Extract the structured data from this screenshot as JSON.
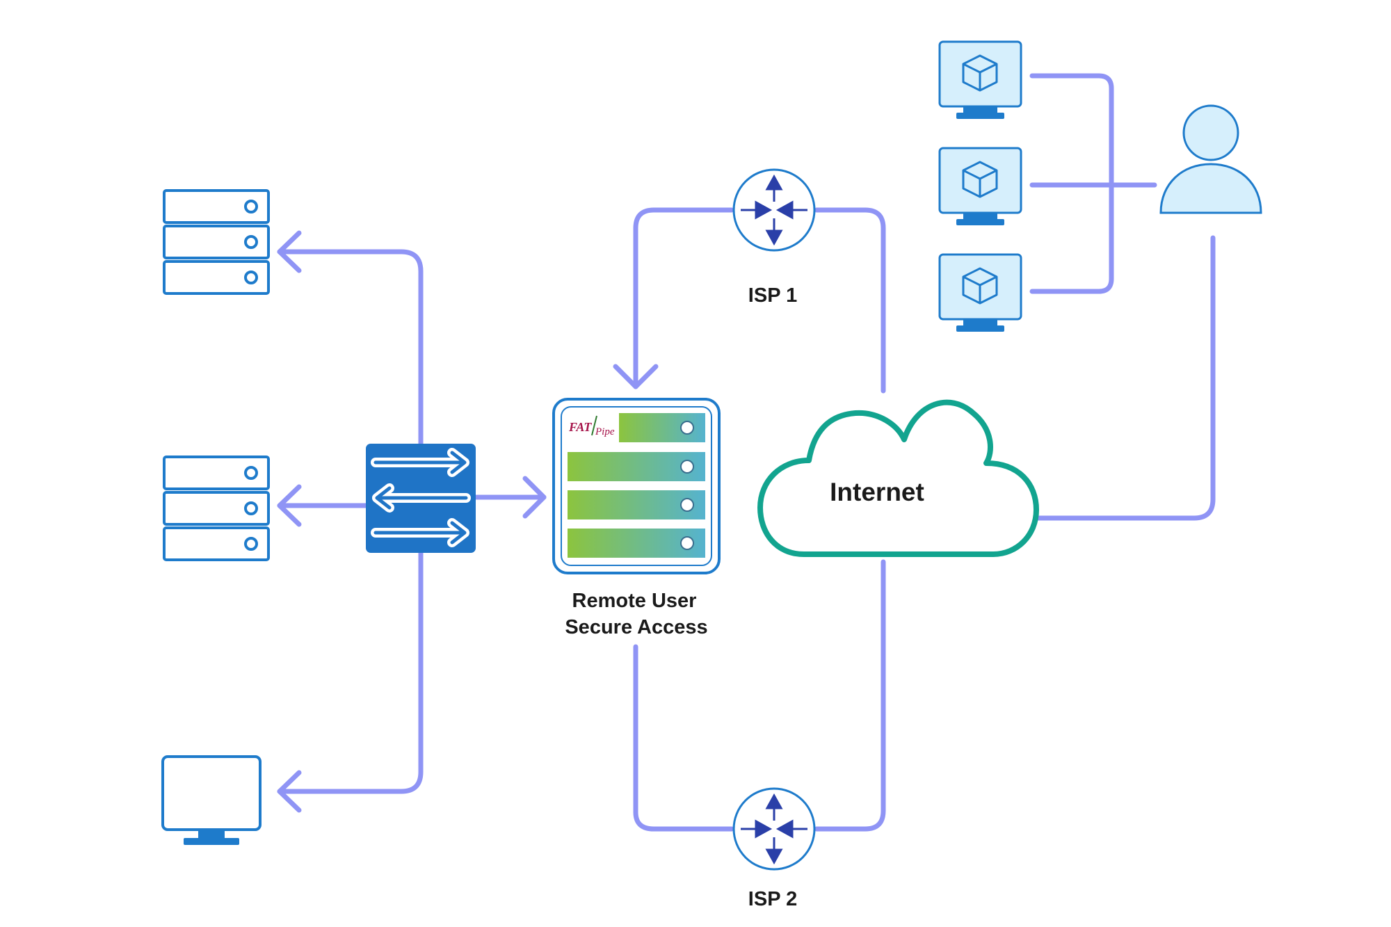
{
  "labels": {
    "isp1": "ISP 1",
    "isp2": "ISP 2",
    "internet": "Internet",
    "appliance_line1": "Remote User",
    "appliance_line2": "Secure Access",
    "logo_text": "FAT Pipe"
  },
  "colors": {
    "connector": "#8f94f5",
    "icon_stroke": "#1e7bcb",
    "icon_fill": "#d6effc",
    "switch_fill": "#1f74c6",
    "router_arrow": "#2a3fa8",
    "cloud_stroke": "#12a48f",
    "gradient_start": "#8cc43e",
    "gradient_end": "#55b3cf"
  },
  "icons": [
    "server-stack-icon",
    "monitor-icon",
    "network-switch-icon",
    "router-icon",
    "cloud-icon",
    "user-icon",
    "virtual-desktop-icon"
  ]
}
